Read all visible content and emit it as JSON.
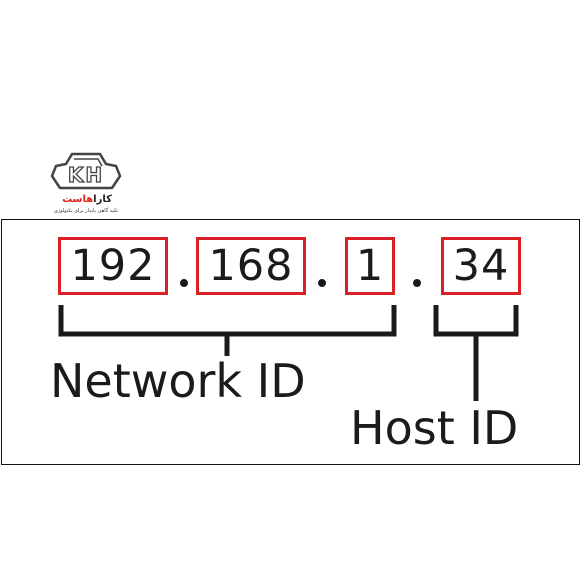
{
  "brand": {
    "name_main": "کارا",
    "name_accent": "هاست",
    "tagline": "تکیه گاهی پایدار برای تکنولوژی",
    "logo_letters": "KH"
  },
  "ip_address": {
    "octets": [
      "192",
      "168",
      "1",
      "34"
    ],
    "network_label": "Network ID",
    "host_label": "Host ID"
  },
  "colors": {
    "highlight": "#dc2027",
    "ink": "#1b1b1b",
    "brand_accent": "#e2231a"
  }
}
